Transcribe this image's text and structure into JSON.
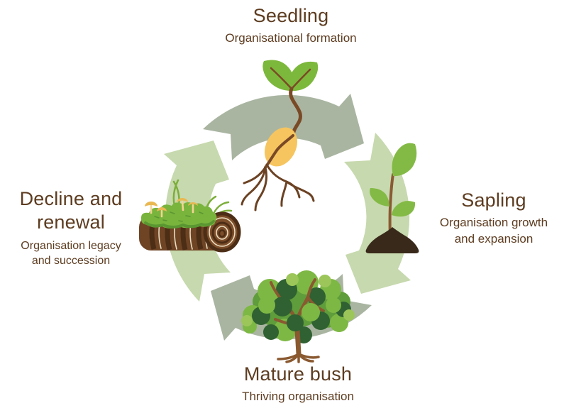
{
  "diagram": {
    "kind": "cycle",
    "stage_top": {
      "title": "Seedling",
      "subtitle": "Organisational formation"
    },
    "stage_right": {
      "title": "Sapling",
      "subtitle_line1": "Organisation growth",
      "subtitle_line2": "and expansion"
    },
    "stage_bottom": {
      "title": "Mature bush",
      "subtitle": "Thriving organisation"
    },
    "stage_left": {
      "title_line1": "Decline and",
      "title_line2": "renewal",
      "subtitle_line1": "Organisation legacy",
      "subtitle_line2": "and succession"
    },
    "icons": {
      "top": "sprouting-seed-icon",
      "right": "sapling-in-soil-icon",
      "bottom": "mature-bush-icon",
      "left": "mossy-log-icon"
    },
    "colors": {
      "arrow_sage": "#a9b5a1",
      "arrow_light_green": "#c7d9ae",
      "text_brown": "#5d3c20",
      "leaf_green": "#7cb83c",
      "sapling_leaf_green": "#83ba45",
      "seed_yellow": "#f6c55f",
      "stem_brown": "#7a4a26",
      "soil_dark_brown": "#38291a",
      "log_brown": "#6e4425",
      "log_dark_brown": "#4c2d15",
      "log_ring_cream": "#e9dcc0",
      "moss_green": "#79b43d",
      "moss_dark_green": "#5a9631",
      "mushroom_yellow": "#eab852",
      "bush_dark_green": "#2f6132",
      "bush_mid_green": "#5f9c3b",
      "bush_bright_green": "#7db844",
      "bush_light_green": "#9cc659",
      "trunk_brown": "#8a5930"
    }
  }
}
